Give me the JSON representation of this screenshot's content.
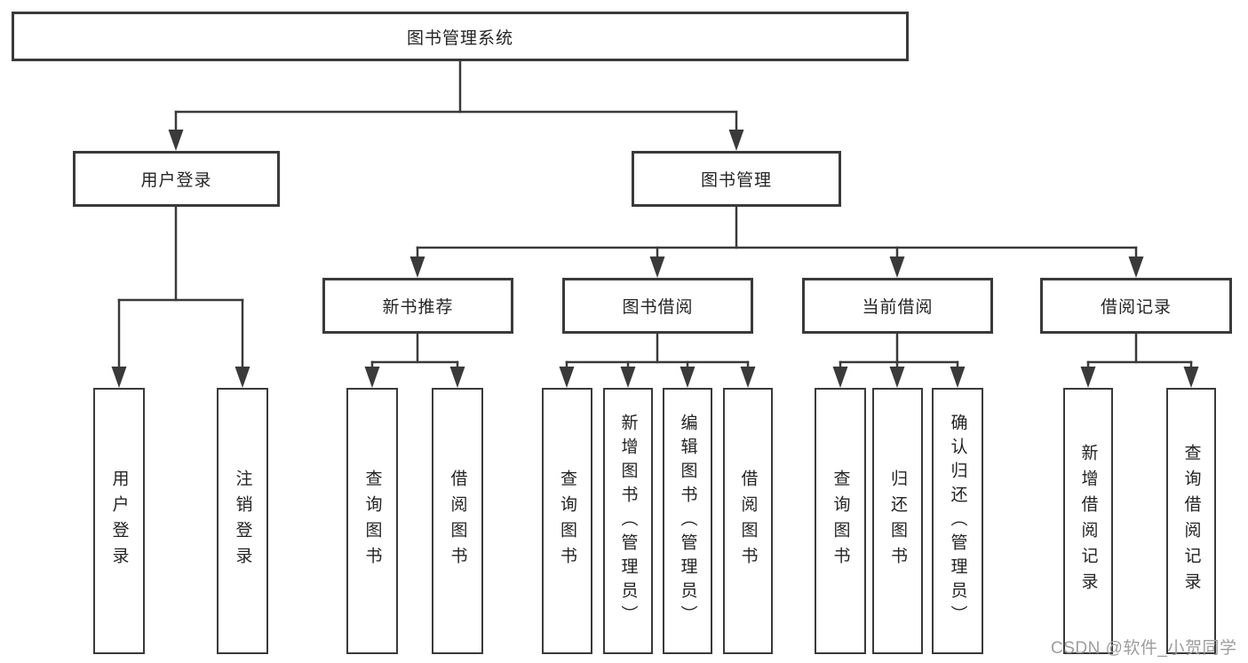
{
  "diagram": {
    "tree": {
      "label": "图书管理系统",
      "children": [
        {
          "label": "用户登录",
          "children": [
            {
              "label": "用户登录"
            },
            {
              "label": "注销登录"
            }
          ]
        },
        {
          "label": "图书管理",
          "children": [
            {
              "label": "新书推荐",
              "children": [
                {
                  "label": "查询图书"
                },
                {
                  "label": "借阅图书"
                }
              ]
            },
            {
              "label": "图书借阅",
              "children": [
                {
                  "label": "查询图书"
                },
                {
                  "label": "新增图书（管理员）"
                },
                {
                  "label": "编辑图书（管理员）"
                },
                {
                  "label": "借阅图书"
                }
              ]
            },
            {
              "label": "当前借阅",
              "children": [
                {
                  "label": "查询图书"
                },
                {
                  "label": "归还图书"
                },
                {
                  "label": "确认归还（管理员）"
                }
              ]
            },
            {
              "label": "借阅记录",
              "children": [
                {
                  "label": "新增借阅记录"
                },
                {
                  "label": "查询借阅记录"
                }
              ]
            }
          ]
        }
      ]
    },
    "watermark": "CSDN @软件_小贺同学",
    "colors": {
      "line": "#3a3a3a",
      "box_border": "#3a3a3a",
      "box_fill": "#ffffff",
      "text": "#242424",
      "watermark": "#9d9d9d",
      "background": "#ffffff"
    }
  }
}
